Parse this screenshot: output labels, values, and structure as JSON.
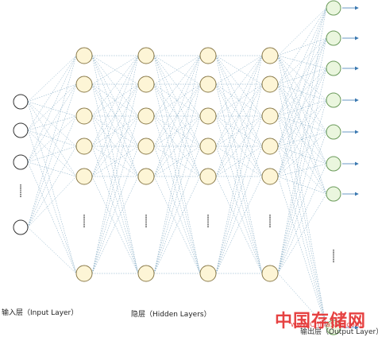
{
  "labels": {
    "input": "输入层（Input Layer）",
    "hidden": "隐层（Hidden Layers）",
    "output": "输出层（Output Layer）"
  },
  "watermark": {
    "text": "中国存储网",
    "sub": "www.ChinaStor.com"
  },
  "colors": {
    "input_node_fill": "#ffffff",
    "input_node_stroke": "#333333",
    "hidden_node_fill": "#fdf5d6",
    "hidden_node_stroke": "#8a7a4a",
    "output_node_fill": "#eaf6de",
    "output_node_stroke": "#6a9a5a",
    "edge": "#6b9ab8",
    "arrow": "#3a78b0",
    "watermark": "#e43232"
  }
}
